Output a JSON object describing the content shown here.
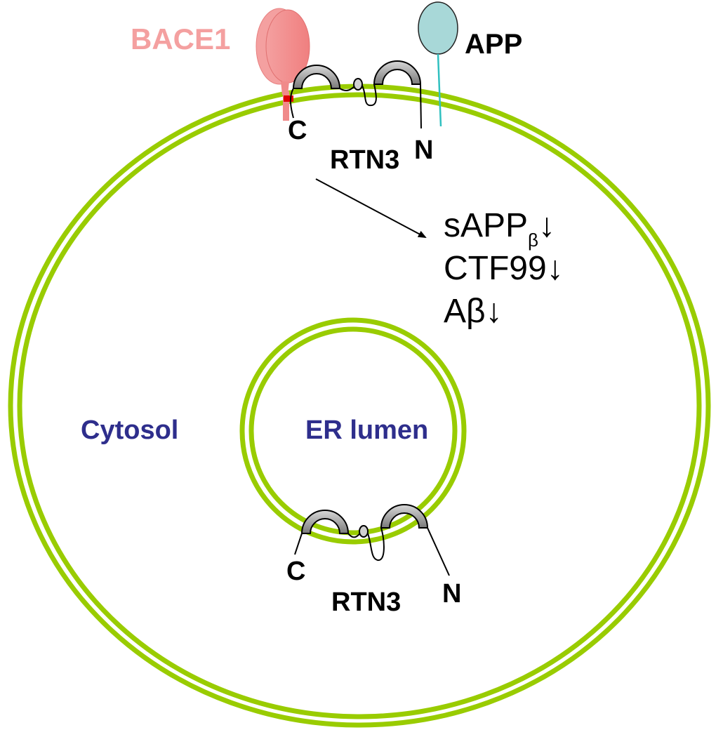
{
  "labels": {
    "bace1": "BACE1",
    "app": "APP",
    "top_c": "C",
    "top_rtn3": "RTN3",
    "top_n": "N",
    "cytosol": "Cytosol",
    "er_lumen": "ER lumen",
    "bottom_c": "C",
    "bottom_rtn3": "RTN3",
    "bottom_n": "N"
  },
  "effects": {
    "sapp_main": "sAPP",
    "sapp_sub": "β",
    "sapp_arrow": "↓",
    "ctf99": "CTF99↓",
    "abeta": "Aβ↓"
  },
  "colors": {
    "membrane": "#99cc00",
    "bace1": "#f08a8a",
    "bace1_tag": "#e00000",
    "app": "#a8d8d8",
    "app_stem": "#30c0c0",
    "rtn3_domain": "#a8a8a8",
    "compartment_text": "#2e2e8c",
    "text": "#000000"
  }
}
